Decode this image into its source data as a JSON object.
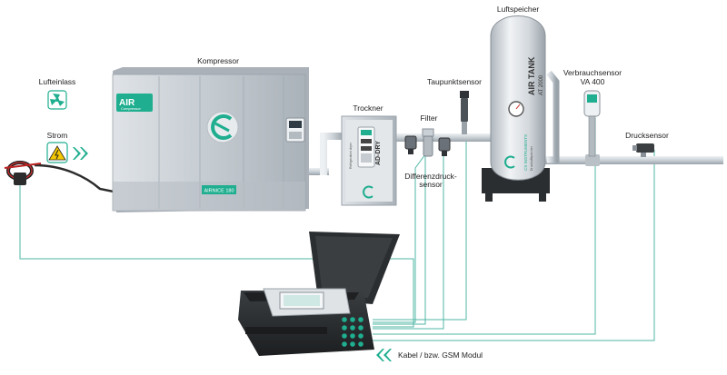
{
  "labels": {
    "lufteinlass": "Lufteinlass",
    "strom": "Strom",
    "kompressor": "Kompressor",
    "trockner": "Trockner",
    "filter": "Filter",
    "taupunktsensor": "Taupunktsensor",
    "luftspeicher": "Luftspeicher",
    "verbrauchsensor_line1": "Verbrauchsensor",
    "verbrauchsensor_line2": "VA 400",
    "drucksensor": "Drucksensor",
    "differenzdruck_line1": "Differenzdruck-",
    "differenzdruck_line2": "sensor",
    "kabel": "Kabel / bzw. GSM Modul"
  },
  "compressor_badge": {
    "brand": "AIR",
    "sub": "Compressor"
  },
  "compressor_plate": "AIRNICE 180",
  "dryer_brand": "AD-DRY",
  "dryer_sub": "Refrigeration dryer",
  "tank_brand": "AIR TANK",
  "tank_model": "AT 2000",
  "tank_maker": "CS INSTRUMENTS",
  "tank_maker_sub": "Druckluftspeicher",
  "colors": {
    "accent_green": "#1fae8f",
    "cable": "#4fb7a5",
    "pipe": "#cfd6dc",
    "machine": "#c7cdd3",
    "case": "#2b2e30"
  }
}
